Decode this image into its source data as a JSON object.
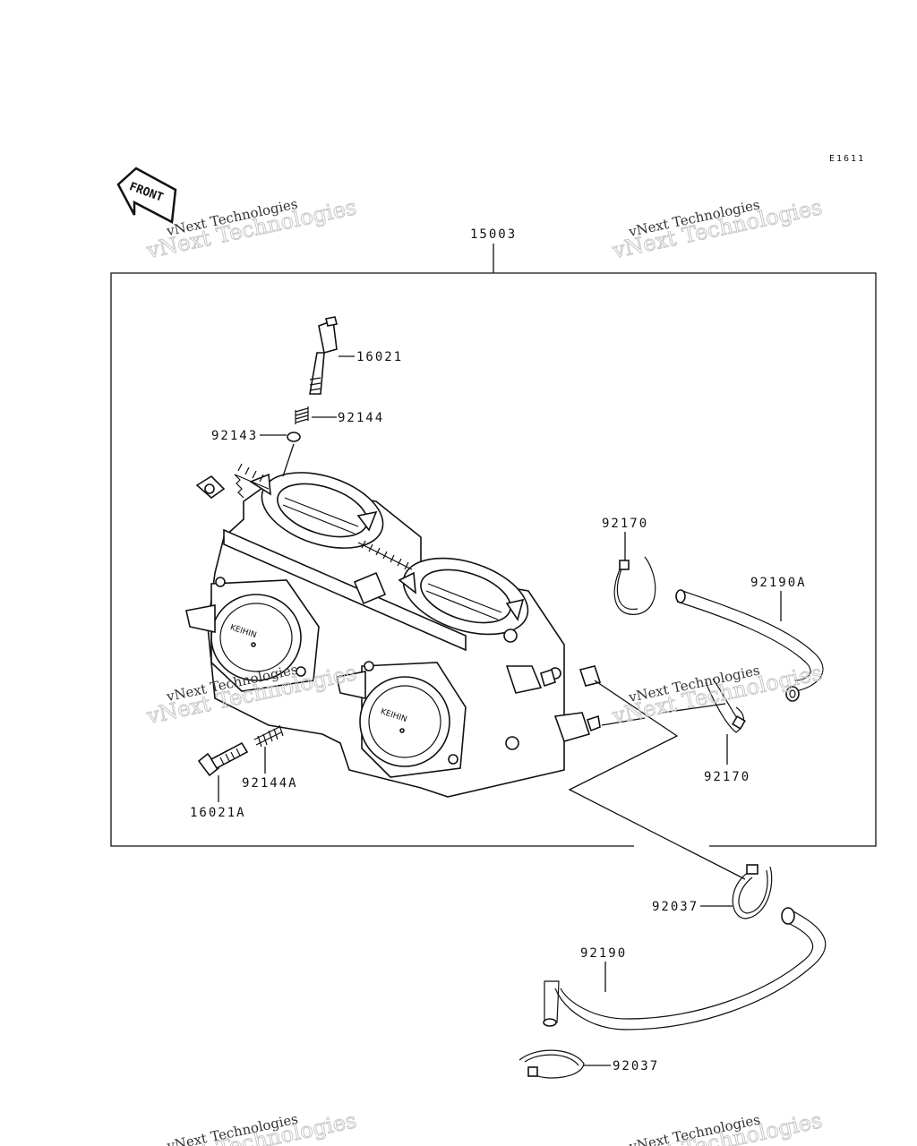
{
  "diagram": {
    "ref_code": "E1611",
    "front_label": "FRONT",
    "assembly_label": "15003",
    "part_labels": {
      "p16021": "16021",
      "p92144": "92144",
      "p92143": "92143",
      "p92170_top": "92170",
      "p92190A": "92190A",
      "p92170_bottom": "92170",
      "p92144A": "92144A",
      "p16021A": "16021A",
      "p92037_mid": "92037",
      "p92190": "92190",
      "p92037_bottom": "92037"
    }
  },
  "watermarks": [
    {
      "line1": "vNext Technologies",
      "line2": "vNext Technologies"
    },
    {
      "line1": "vNext Technologies",
      "line2": "vNext Technologies"
    },
    {
      "line1": "vNext Technologies",
      "line2": "vNext Technologies"
    },
    {
      "line1": "vNext Technologies",
      "line2": "vNext Technologies"
    },
    {
      "line1": "vNext Technologies",
      "line2": "vNext Technologies"
    },
    {
      "line1": "vNext Technologies",
      "line2": "vNext Technologies"
    }
  ]
}
